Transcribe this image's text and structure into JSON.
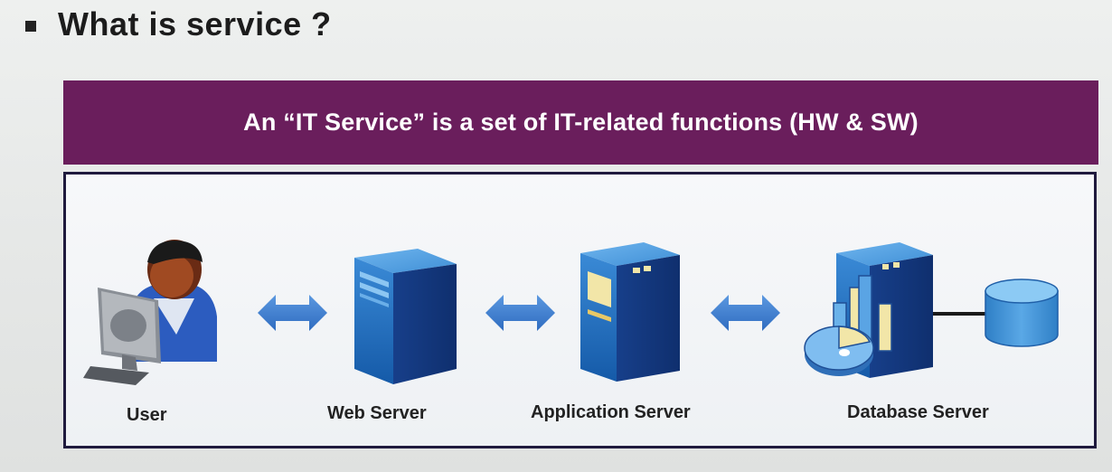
{
  "slide": {
    "heading": "What is service ?",
    "banner": "An “IT Service” is a set of IT-related functions (HW & SW)"
  },
  "diagram": {
    "nodes": [
      {
        "label": "User",
        "icon": "user-at-computer-icon"
      },
      {
        "label": "Web Server",
        "icon": "web-server-icon"
      },
      {
        "label": "Application Server",
        "icon": "application-server-icon"
      },
      {
        "label": "Database Server",
        "icon": "database-server-icon"
      }
    ],
    "connectors": [
      "bidirectional-arrow",
      "bidirectional-arrow",
      "bidirectional-arrow"
    ],
    "colors": {
      "banner": "#6a1e5c",
      "arrow": "#3f7fd0",
      "server_front": "#1f6bc2",
      "border": "#1f1a3d"
    }
  }
}
